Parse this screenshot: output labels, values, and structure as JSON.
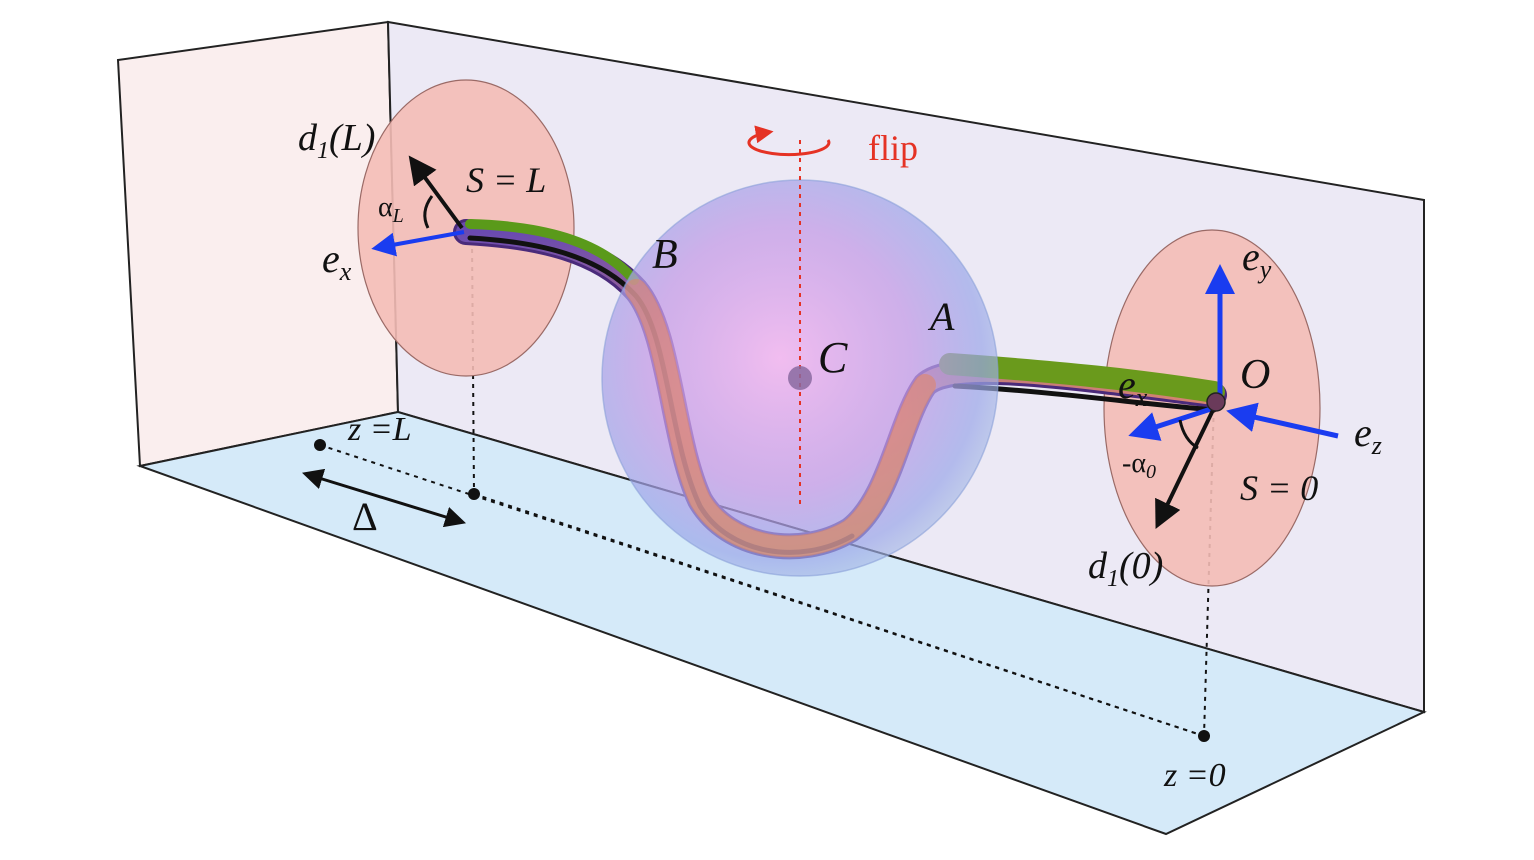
{
  "labels": {
    "d1_L": "d",
    "d1_L_sub": "1",
    "d1_L_arg": "(L)",
    "S_eq_L": "S = L",
    "alpha_L": "α",
    "alpha_L_sub": "L",
    "ex_left": "e",
    "ex_left_sub": "x",
    "B": "B",
    "A": "A",
    "C": "C",
    "O": "O",
    "flip": "flip",
    "ey": "e",
    "ey_sub": "y",
    "ex_right": "e",
    "ex_right_sub": "x",
    "ez": "e",
    "ez_sub": "z",
    "minus_alpha0": "-α",
    "minus_alpha0_sub": "0",
    "S_eq_0": "S = 0",
    "d1_0": "d",
    "d1_0_sub": "1",
    "d1_0_arg": "(0)",
    "z_eq_L": "z =L",
    "z_eq_0": "z =0",
    "Delta": "Δ"
  },
  "colors": {
    "floor": "#d5eaf9",
    "back_wall": "#ece9f5",
    "side_wall": "#faeeee",
    "disk": "#f4bcb6",
    "vector_blue": "#1a3cf0",
    "vector_black": "#111111",
    "flip_red": "#e53224",
    "rod_green": "#6a9a1c",
    "rod_purple": "#4a2a7a"
  }
}
